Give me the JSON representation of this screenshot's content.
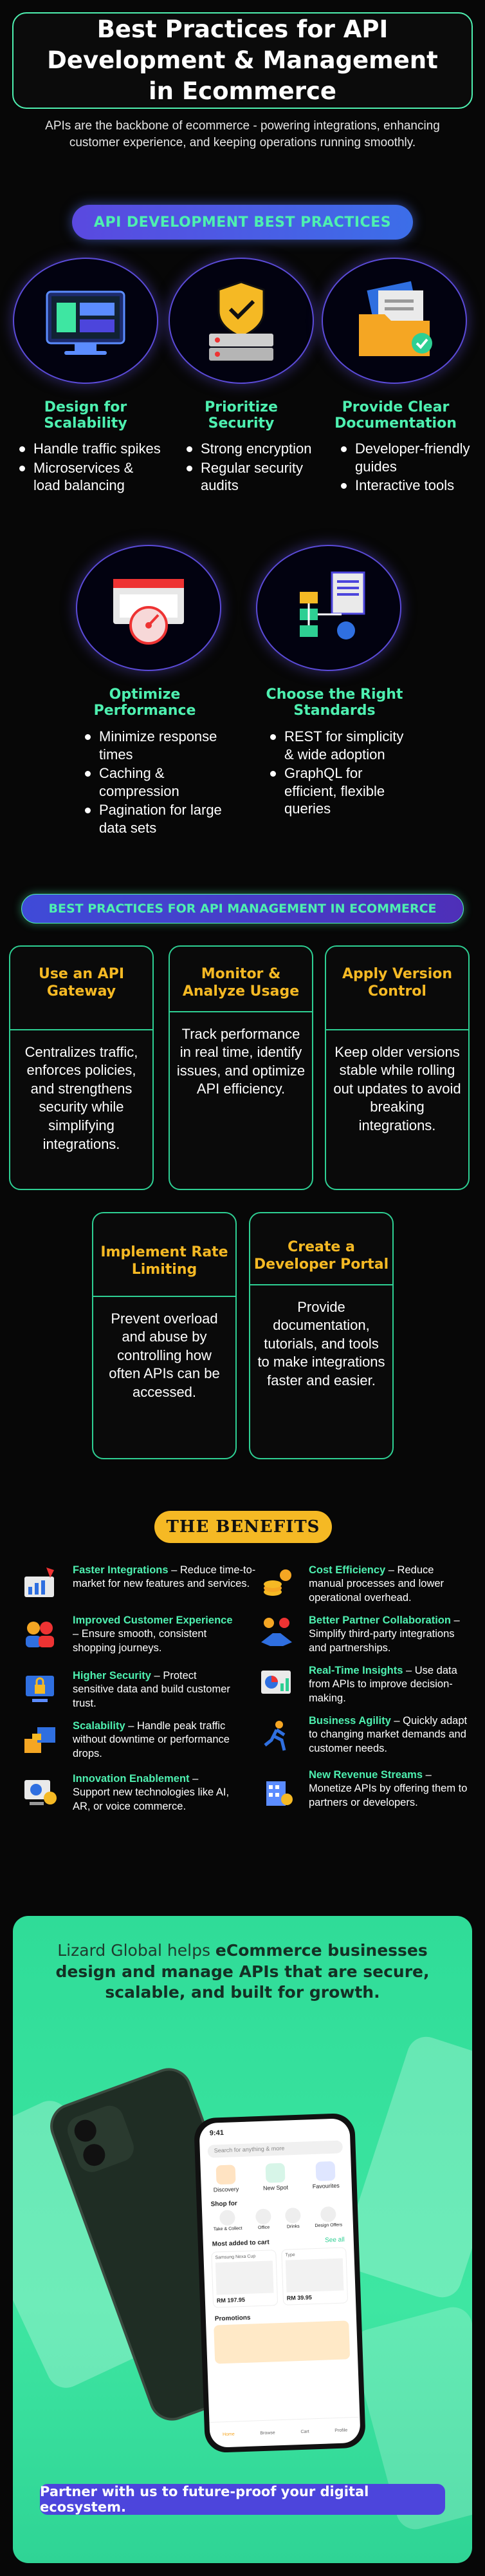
{
  "title": "Best Practices for API Development & Management in Ecommerce",
  "intro": "APIs are the backbone of ecommerce - powering integrations, enhancing customer experience, and keeping operations running smoothly.",
  "dev_section": {
    "heading": "API DEVELOPMENT BEST PRACTICES",
    "items": [
      {
        "title": "Design for Scalability",
        "bullets": [
          "Handle traffic spikes",
          "Microservices & load balancing"
        ],
        "icon": "monitor-scale-icon"
      },
      {
        "title": "Prioritize Security",
        "bullets": [
          "Strong encryption",
          "Regular security audits"
        ],
        "icon": "shield-server-icon"
      },
      {
        "title": "Provide Clear Documentation",
        "bullets": [
          "Developer-friendly guides",
          "Interactive tools"
        ],
        "icon": "folder-docs-icon"
      },
      {
        "title": "Optimize Performance",
        "bullets": [
          "Minimize response times",
          "Caching & compression",
          "Pagination for large data sets"
        ],
        "icon": "speed-gauge-icon"
      },
      {
        "title": "Choose the Right Standards",
        "bullets": [
          "REST for simplicity & wide adoption",
          "GraphQL for efficient, flexible queries"
        ],
        "icon": "standards-flow-icon"
      }
    ]
  },
  "mgmt_section": {
    "heading": "BEST PRACTICES FOR API MANAGEMENT IN ECOMMERCE",
    "cards": [
      {
        "title": "Use an API Gateway",
        "body": "Centralizes traffic, enforces policies, and strengthens security while simplifying integrations."
      },
      {
        "title": "Monitor & Analyze Usage",
        "body": "Track performance in real time, identify issues, and optimize API efficiency."
      },
      {
        "title": "Apply Version Control",
        "body": "Keep older versions stable while rolling out updates to avoid breaking integrations."
      },
      {
        "title": "Implement Rate Limiting",
        "body": "Prevent overload and abuse by controlling how often APIs can be accessed."
      },
      {
        "title": "Create a Developer Portal",
        "body": "Provide documentation, tutorials, and tools to make integrations faster and easier."
      }
    ]
  },
  "benefits": {
    "heading": "THE BENEFITS",
    "items": [
      {
        "title": "Faster Integrations",
        "text": " – Reduce time-to-market for new features and services.",
        "icon": "rocket-chart-icon"
      },
      {
        "title": "Cost Efficiency",
        "text": " – Reduce manual processes and lower operational overhead.",
        "icon": "coins-icon"
      },
      {
        "title": "Improved Customer Experience",
        "text": " – Ensure smooth, consistent shopping journeys.",
        "icon": "customers-icon"
      },
      {
        "title": "Better Partner Collaboration",
        "text": " – Simplify third-party integrations and partnerships.",
        "icon": "handshake-icon"
      },
      {
        "title": "Higher Security",
        "text": " – Protect sensitive data and build customer trust.",
        "icon": "security-lock-icon"
      },
      {
        "title": "Real-Time Insights",
        "text": " – Use data from APIs to improve decision-making.",
        "icon": "analytics-icon"
      },
      {
        "title": "Scalability",
        "text": " – Handle peak traffic without downtime or performance drops.",
        "icon": "scale-blocks-icon"
      },
      {
        "title": "Business Agility",
        "text": " – Quickly adapt to changing market demands and customer needs.",
        "icon": "agile-runner-icon"
      },
      {
        "title": "Innovation Enablement",
        "text": " – Support new technologies like AI, AR, or voice commerce.",
        "icon": "innovation-brain-icon"
      },
      {
        "title": "New Revenue Streams",
        "text": " – Monetize APIs by offering them to partners or developers.",
        "icon": "revenue-building-icon"
      }
    ]
  },
  "promo": {
    "lead_plain": "Lizard Global helps ",
    "lead_bold": "eCommerce businesses design and manage APIs that are secure, scalable, and built for growth.",
    "cta": "Partner with us to future-proof your digital ecosystem.",
    "phone": {
      "time": "9:41",
      "search": "Search for anything & more",
      "categories": [
        "Discovery",
        "New Spot",
        "Favourites"
      ],
      "shop_for": "Shop for",
      "shop_chips": [
        "Take & Collect",
        "Office",
        "Drinks",
        "Design Offers"
      ],
      "most_added": "Most added to cart",
      "see_all": "See all",
      "products": [
        {
          "name": "Samsung Nexa Cup",
          "price": "RM 197.95"
        },
        {
          "name": "Type",
          "price": "RM 39.95"
        }
      ],
      "promotions": "Promotions",
      "nav": [
        "Home",
        "Browse",
        "Cart",
        "Profile"
      ]
    }
  }
}
